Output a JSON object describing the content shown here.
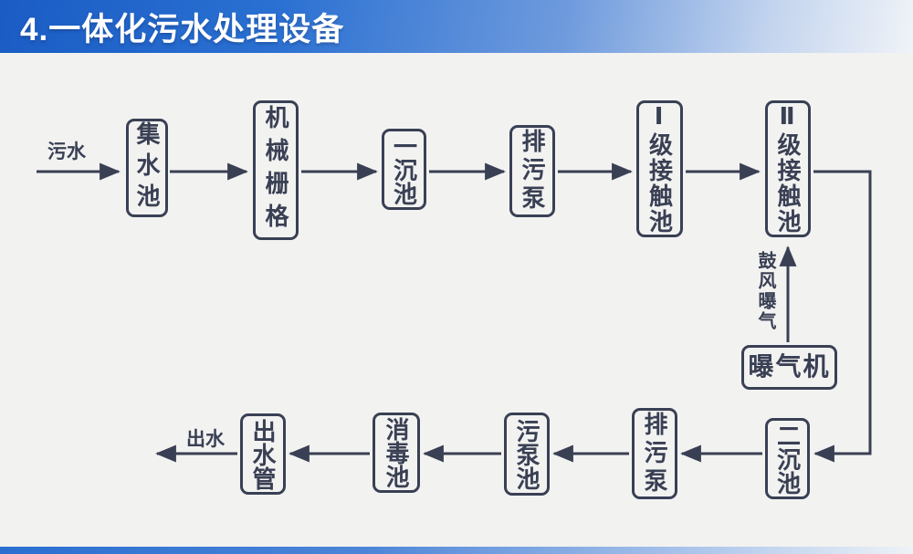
{
  "slide": {
    "title": "4.一体化污水处理设备"
  },
  "diagram": {
    "flow_labels": {
      "inflow": "污水",
      "outflow": "出水",
      "aeration_mode": "鼓风曝气"
    },
    "nodes": [
      {
        "id": "collection-tank",
        "label": "集水池"
      },
      {
        "id": "mechanical-grid",
        "label": "机械栅格"
      },
      {
        "id": "primary-sedimentation-tank",
        "label": "一沉池"
      },
      {
        "id": "sewage-pump-top",
        "label": "排污泵"
      },
      {
        "id": "level-1-contact-tank",
        "label": "Ⅰ级接触池"
      },
      {
        "id": "level-2-contact-tank",
        "label": "Ⅱ级接触池"
      },
      {
        "id": "aerator",
        "label": "曝气机"
      },
      {
        "id": "secondary-sedimentation-tank",
        "label": "二沉池"
      },
      {
        "id": "sewage-pump-bottom",
        "label": "排污泵"
      },
      {
        "id": "sludge-pump-tank",
        "label": "污泵池"
      },
      {
        "id": "disinfection-tank",
        "label": "消毒池"
      },
      {
        "id": "outlet-pipe",
        "label": "出水管"
      }
    ],
    "colors": {
      "line_ink": "#3a4054",
      "header_blue": "#1e63c9",
      "canvas_background": "#f2f2f1"
    }
  }
}
